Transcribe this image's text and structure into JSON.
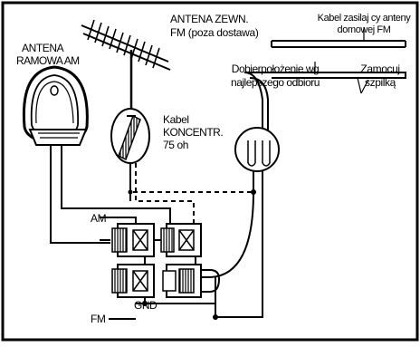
{
  "labels": {
    "antena_zewn_1": "ANTENA ZEWN.",
    "antena_zewn_2": "FM (poza dostawa)",
    "kabel_zasil_1": "Kabel zasilaj cy anteny",
    "kabel_zasil_2": "domowej FM",
    "antena_ram_1": "ANTENA",
    "antena_ram_2": "RAMOWA AM",
    "dobier_1": "Dobierpołożenie wg",
    "dobier_2": "najlepszego odbioru",
    "zamocuj_1": "Zamocuj",
    "zamocuj_2": "szpilką",
    "kabel_konc_1": "Kabel",
    "kabel_konc_2": "KONCENTR.",
    "kabel_konc_3": "75 oh",
    "am": "AM",
    "gnd": "GND",
    "fm": "FM"
  },
  "colors": {
    "ink": "#000000",
    "paper": "#ffffff"
  }
}
